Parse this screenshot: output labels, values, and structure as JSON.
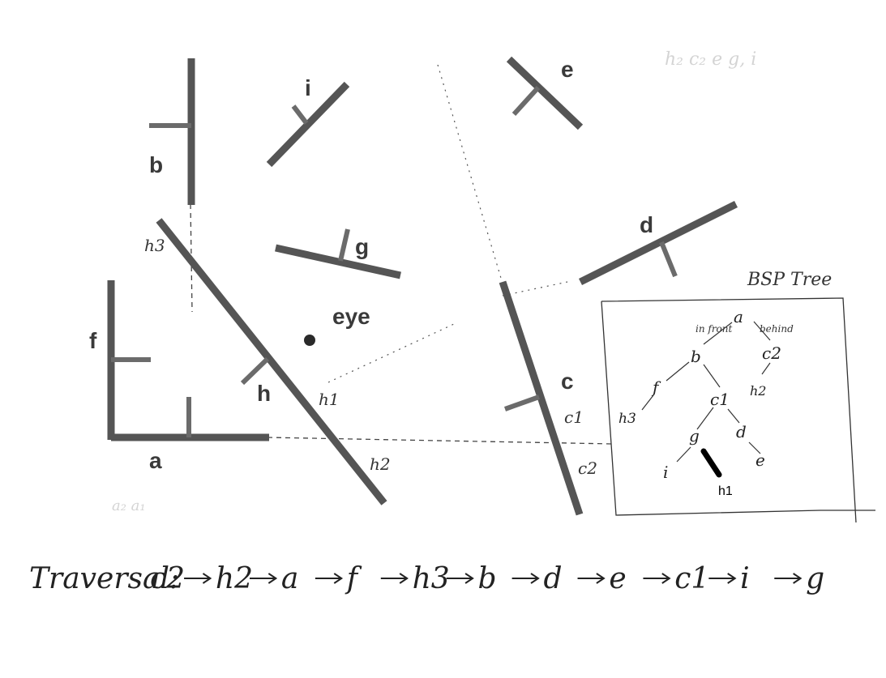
{
  "segment_labels": {
    "a": "a",
    "b": "b",
    "c": "c",
    "d": "d",
    "e": "e",
    "f": "f",
    "g": "g",
    "h": "h",
    "i": "i",
    "eye": "eye"
  },
  "split_labels": {
    "h1": "h1",
    "h2": "h2",
    "h3": "h3",
    "c1": "c1",
    "c2": "c2"
  },
  "faint_annotations": {
    "top_right": "h₂ c₂ e g, i",
    "bottom_left": "a₂ a₁"
  },
  "bsp_tree": {
    "title": "BSP Tree",
    "front_label": "in front",
    "behind_label": "behind",
    "nodes": {
      "a": "a",
      "b": "b",
      "c2": "c2",
      "f": "f",
      "h2": "h2",
      "h3": "h3",
      "c1": "c1",
      "g": "g",
      "d": "d",
      "i": "i",
      "e": "e"
    },
    "highlight": "h1"
  },
  "traversal": {
    "label": "Traversal:",
    "sequence": [
      "c2",
      "h2",
      "a",
      "f",
      "h3",
      "b",
      "d",
      "e",
      "c1",
      "i",
      "g"
    ]
  }
}
